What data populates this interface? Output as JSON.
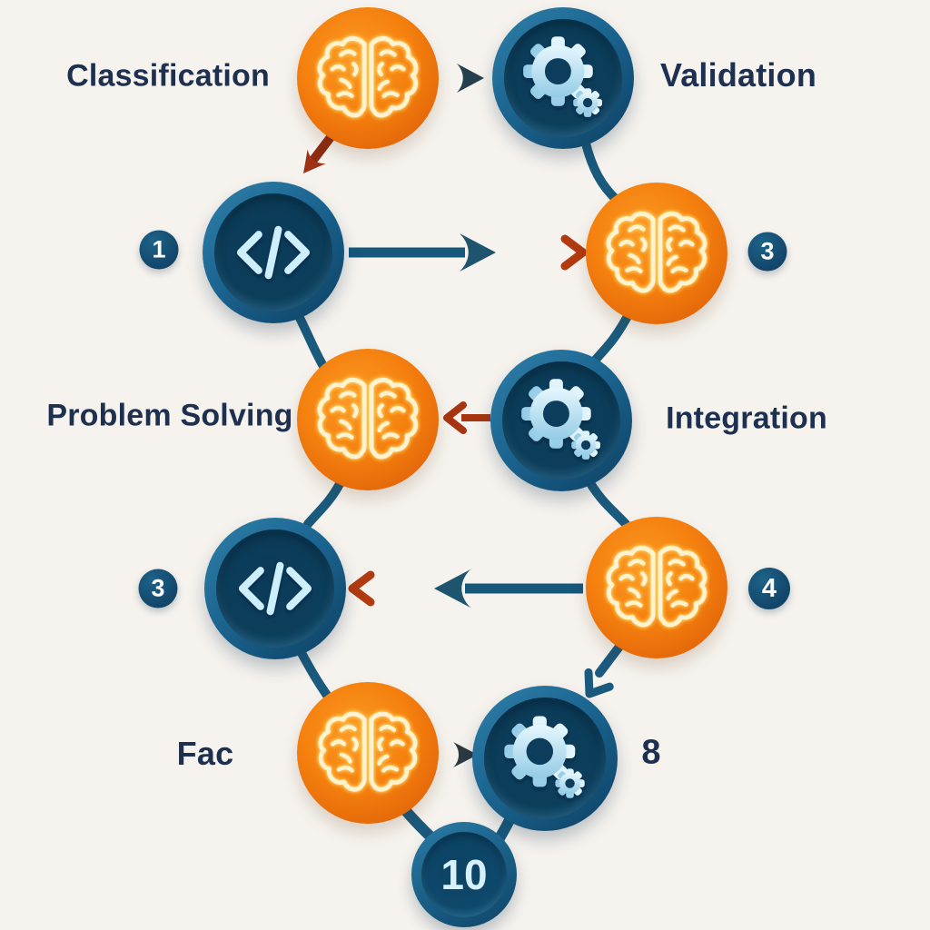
{
  "diagram_title": "workflow-diagram",
  "background_color": "#f6f3ee",
  "colors": {
    "node_orange": "#f0770c",
    "node_blue_ring": "#1b6591",
    "node_blue_inner": "#0c3e5b",
    "icon_light_blue": "#cdeefb",
    "brain_stroke": "#fff3cf",
    "arrow_red": "#a83512",
    "arrow_navy": "#1a5a7d",
    "text_navy": "#1d3050",
    "badge_navy": "#12466a"
  },
  "labels": {
    "classification": "Classification",
    "validation": "Validation",
    "problem_solving": "Problem Solving",
    "integration": "Integration",
    "fac": "Fac",
    "eight": "8"
  },
  "badges": {
    "one": "1",
    "three_a": "3",
    "three_b": "3",
    "four": "4",
    "ten": "10"
  },
  "icons": {
    "brain": "brain-icon",
    "gear": "gear-icon",
    "code": "code-icon"
  }
}
